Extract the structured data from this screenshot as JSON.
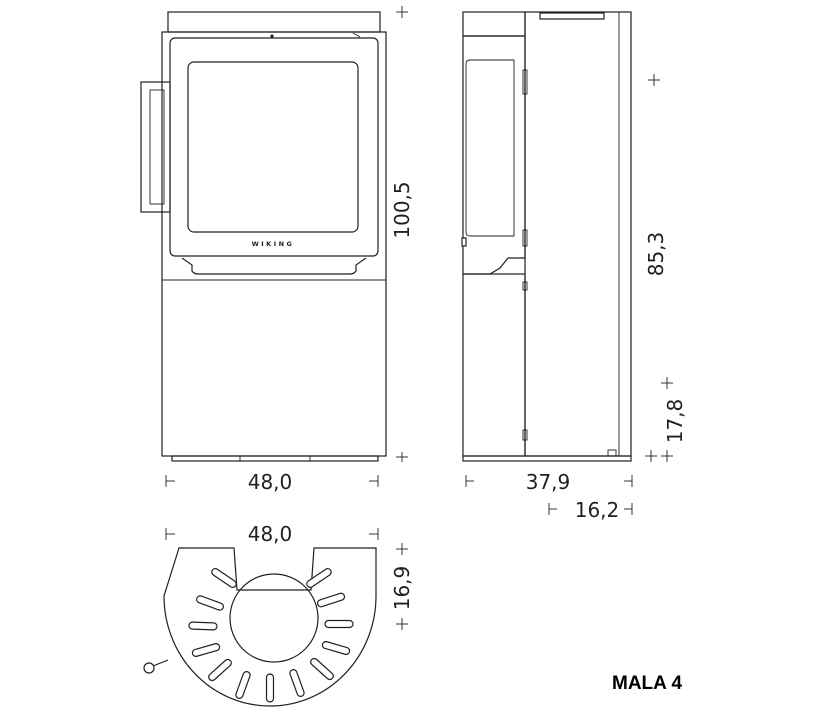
{
  "brand": "WIKING",
  "model": "MALA 4",
  "dimensions": {
    "height_total": "100,5",
    "width_front": "48,0",
    "depth_side": "37,9",
    "height_door_top": "85,3",
    "height_side_base": "17,8",
    "depth_offset": "16,2",
    "width_plan": "48,0",
    "depth_plan": "16,9"
  }
}
